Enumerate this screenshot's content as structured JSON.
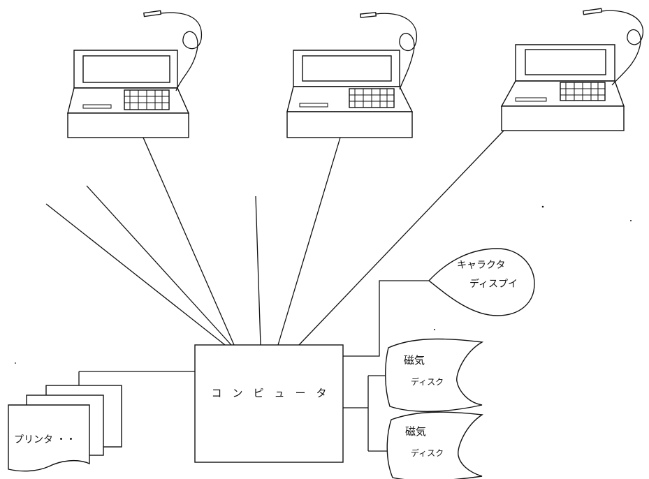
{
  "labels": {
    "computer": "コ　ン　ピ　ュ　ー　タ",
    "printer": "プリンタ ・・",
    "display_line1": "キャラクタ",
    "display_line2": "ディスプイ",
    "disk1_line1": "磁気",
    "disk1_line2": "ディスク",
    "disk2_line1": "磁気",
    "disk2_line2": "ディスク"
  },
  "terminals": [
    {
      "name": "terminal-left"
    },
    {
      "name": "terminal-center"
    },
    {
      "name": "terminal-right"
    }
  ],
  "colors": {
    "ink": "#111111",
    "paper": "#ffffff"
  }
}
